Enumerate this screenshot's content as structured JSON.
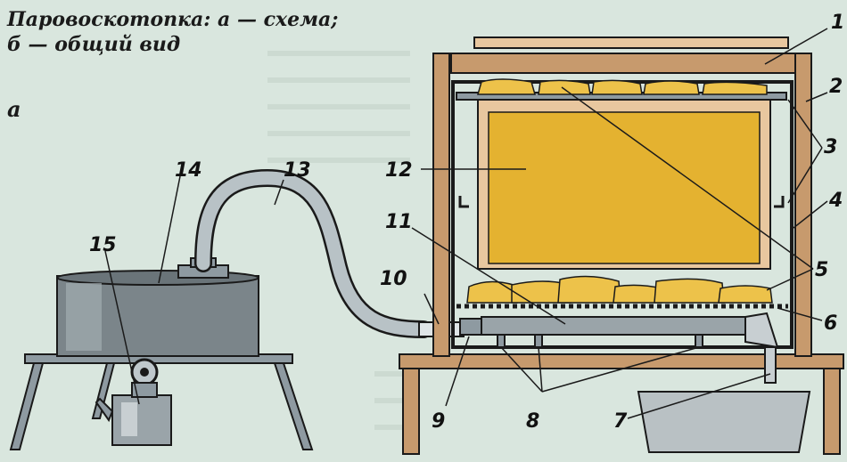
{
  "caption": {
    "line1": "Паровоскотопка: а — схема;",
    "line2": "б — общий вид"
  },
  "subfigure_label": "а",
  "callouts": {
    "n1": "1",
    "n2": "2",
    "n3": "3",
    "n4": "4",
    "n5": "5",
    "n6": "6",
    "n7": "7",
    "n8": "8",
    "n9": "9",
    "n10": "10",
    "n11": "11",
    "n12": "12",
    "n13": "13",
    "n14": "14",
    "n15": "15"
  },
  "colors": {
    "background": "#d9e6de",
    "wood": "#c79a6d",
    "wood_dark": "#8a6440",
    "frame_fill": "#e8c79f",
    "honeycomb": "#e4b230",
    "wax_pieces": "#edc24a",
    "metal": "#8e9aa1",
    "metal_dark": "#5e676c",
    "tray": "#b9c1c4",
    "stroke": "#1a1a1a"
  }
}
